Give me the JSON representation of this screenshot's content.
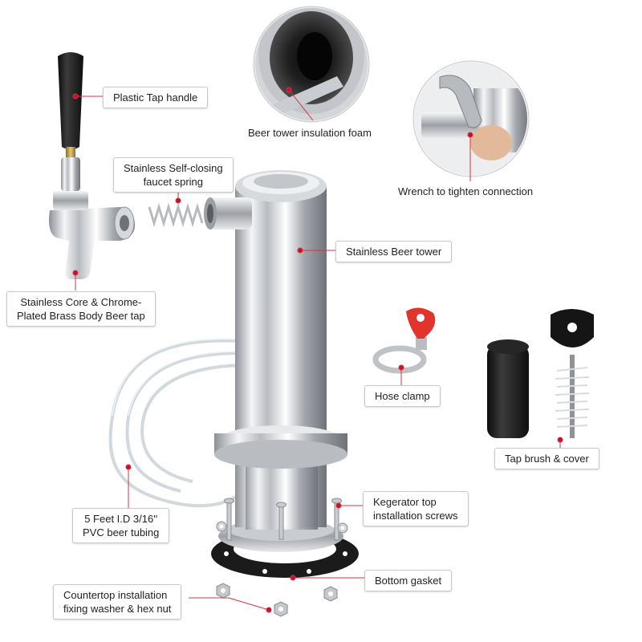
{
  "labels": {
    "tap_handle": "Plastic Tap handle",
    "insulation_foam": "Beer tower insulation foam",
    "faucet_spring": [
      "Stainless Self-closing",
      "faucet spring"
    ],
    "wrench": "Wrench to tighten connection",
    "beer_tower": "Stainless Beer tower",
    "beer_tap": [
      "Stainless Core & Chrome-",
      "Plated Brass Body Beer tap"
    ],
    "hose_clamp": "Hose clamp",
    "tap_brush": "Tap brush & cover",
    "screws": [
      "Kegerator top",
      "installation screws"
    ],
    "tubing": [
      "5 Feet I.D 3/16''",
      "PVC beer tubing"
    ],
    "gasket": "Bottom gasket",
    "washer_nut": [
      "Countertop installation",
      "fixing washer & hex nut"
    ]
  },
  "colors": {
    "callout_dot": "#c8102e",
    "callout_line": "#d9333f",
    "chrome": "#d8dadd",
    "handle_black": "#1a1a1a",
    "clamp_red": "#e0342c"
  }
}
